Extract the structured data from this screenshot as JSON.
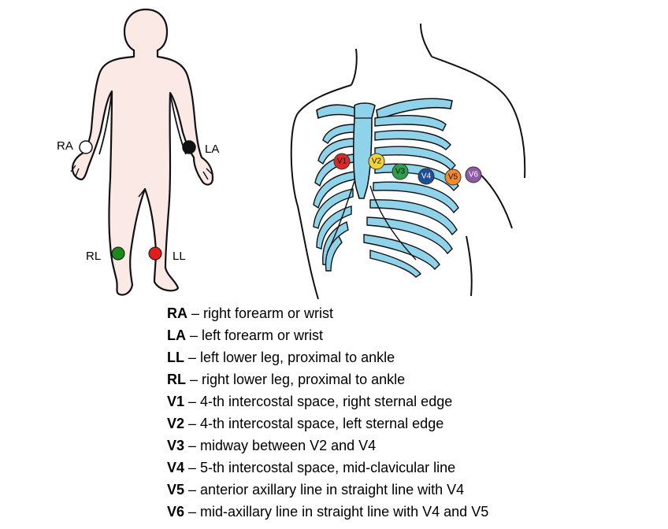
{
  "limb_electrodes": [
    {
      "label": "RA",
      "color": "#ffffff"
    },
    {
      "label": "LA",
      "color": "#111111"
    },
    {
      "label": "RL",
      "color": "#1a8a1a"
    },
    {
      "label": "LL",
      "color": "#e21b1b"
    }
  ],
  "chest_electrodes": [
    {
      "label": "V1",
      "color": "#d42a2a"
    },
    {
      "label": "V2",
      "color": "#f2d43a"
    },
    {
      "label": "V3",
      "color": "#2e9e48"
    },
    {
      "label": "V4",
      "color": "#1f4e99"
    },
    {
      "label": "V5",
      "color": "#f08a2e"
    },
    {
      "label": "V6",
      "color": "#8e5aa8"
    }
  ],
  "legend": [
    {
      "code": "RA",
      "text": " – right forearm or wrist"
    },
    {
      "code": "LA",
      "text": " – left forearm or wrist"
    },
    {
      "code": "LL",
      "text": " – left lower leg, proximal to ankle"
    },
    {
      "code": "RL",
      "text": " – right lower leg, proximal to ankle"
    },
    {
      "code": "V1",
      "text": " – 4-th intercostal space, right sternal edge"
    },
    {
      "code": "V2",
      "text": " – 4-th intercostal space, left sternal edge"
    },
    {
      "code": "V3",
      "text": " – midway between V2 and V4"
    },
    {
      "code": "V4",
      "text": " – 5-th intercostal space, mid-clavicular line"
    },
    {
      "code": "V5",
      "text": " – anterior axillary line in straight line with V4"
    },
    {
      "code": "V6",
      "text": " – mid-axillary line in straight line with V4 and V5"
    }
  ],
  "colors": {
    "skin": "#fbe9e6",
    "bone": "#8fd3ea",
    "outline": "#111111"
  }
}
